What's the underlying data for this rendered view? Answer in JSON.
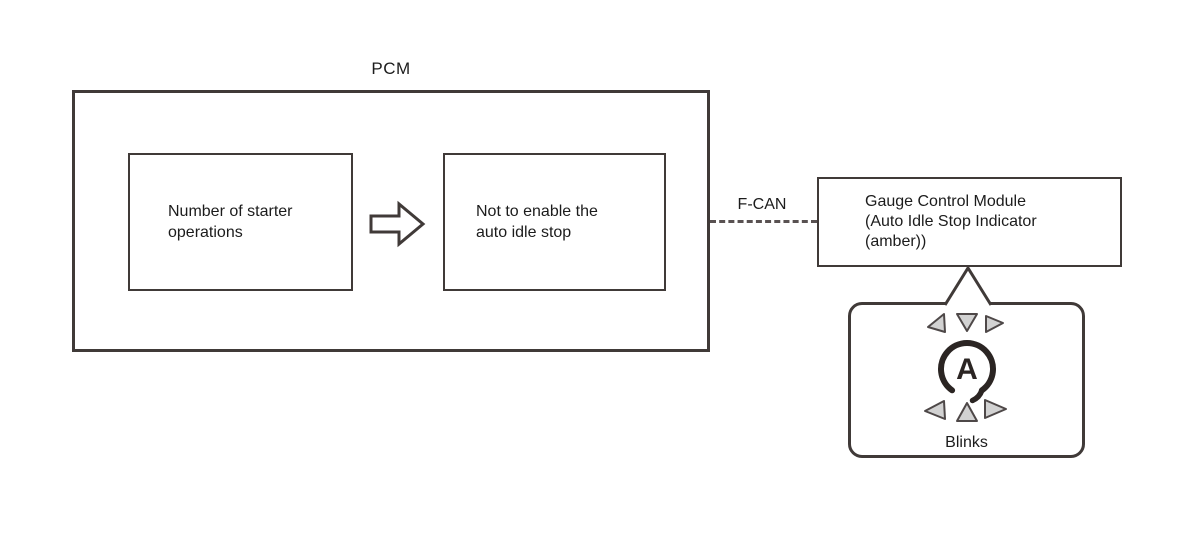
{
  "diagram": {
    "pcm_label": "PCM",
    "starter_box": {
      "line1": "Number of starter",
      "line2": "operations"
    },
    "idle_box": {
      "line1": "Not to enable the",
      "line2": "auto idle stop"
    },
    "bus_label": "F-CAN",
    "gauge_box": {
      "line1": "Gauge Control Module",
      "line2": "(Auto Idle Stop Indicator",
      "line3": "(amber))"
    },
    "indicator": {
      "letter": "A",
      "caption": "Blinks"
    },
    "colors": {
      "line": "#403a38",
      "text": "#1c1c1c",
      "blink_triangle_fill": "#d2d2d2",
      "icon_stroke": "#2b2523"
    }
  }
}
